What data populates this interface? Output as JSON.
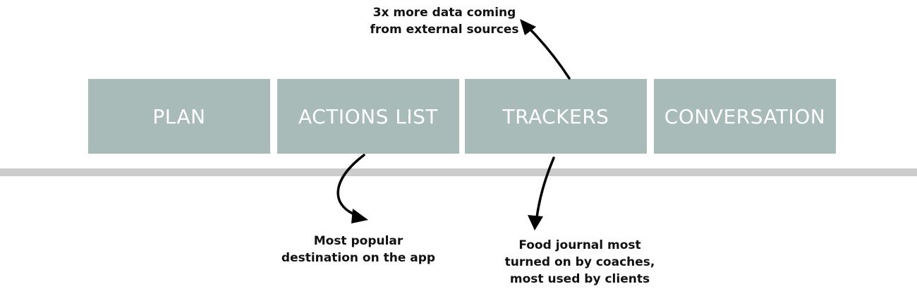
{
  "tabs": [
    {
      "key": "plan",
      "label": "PLAN"
    },
    {
      "key": "actions",
      "label": "ACTIONS LIST"
    },
    {
      "key": "trackers",
      "label": "TRACKERS"
    },
    {
      "key": "conversation",
      "label": "CONVERSATION"
    }
  ],
  "annotations": {
    "top": [
      "3x more data coming",
      "from external sources"
    ],
    "actions": [
      "Most popular",
      "destination on the app"
    ],
    "trackers": [
      "Food journal most",
      "turned on by coaches,",
      "most used by clients"
    ]
  },
  "colors": {
    "box": "#a8bbb9",
    "divider": "#cccccc",
    "text": "#111111"
  }
}
